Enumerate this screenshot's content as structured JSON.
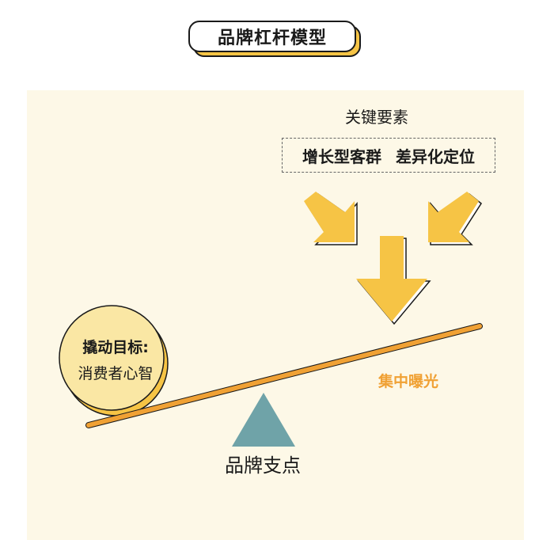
{
  "title": "品牌杠杆模型",
  "key_elements": {
    "heading": "关键要素",
    "items": [
      "增长型客群",
      "差异化定位"
    ]
  },
  "lever_target": {
    "label": "撬动目标:",
    "value": "消费者心智"
  },
  "focus_label": "集中曝光",
  "fulcrum_label": "品牌支点",
  "colors": {
    "accent_yellow": "#f6c445",
    "beam_orange": "#f0a134",
    "fulcrum_teal": "#6fa3a8",
    "panel_bg": "#fdf8e7",
    "coin_fill": "#fae7a4"
  }
}
